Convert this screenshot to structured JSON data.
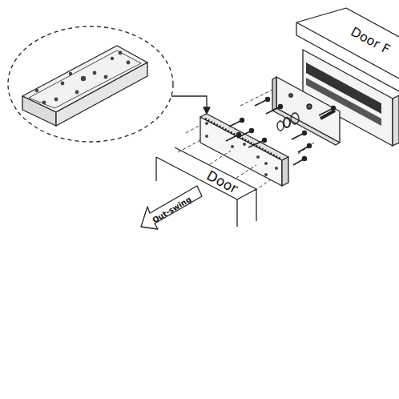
{
  "diagram": {
    "nodes": [
      {
        "text": [
          "Door F"
        ]
      },
      {
        "text": [
          "Door"
        ]
      },
      {
        "text": [
          "Out-swing"
        ]
      }
    ]
  }
}
